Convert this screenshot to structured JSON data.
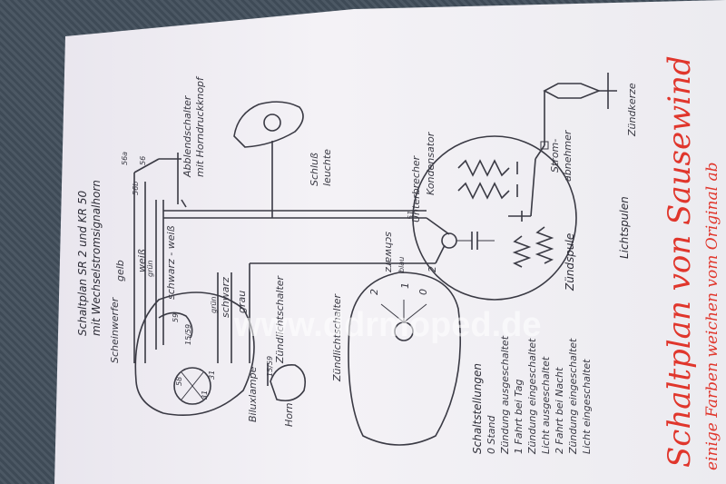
{
  "title": {
    "line1": "Schaltplan SR 2 und KR 50",
    "line2": "mit Wechselstromsignalhorn"
  },
  "components": {
    "scheinwerfer": "Scheinwerfer",
    "abblendschalter": "Abblendschalter",
    "horndruckknopf": "mit Horndruckknopf",
    "schlussleuchte_1": "Schluß",
    "schlussleuchte_2": "leuchte",
    "unterbrecher": "Unterbrecher",
    "kondensator": "Kondensator",
    "stromabnehmer_1": "Strom-",
    "stromabnehmer_2": "abnehmer",
    "zuendkerze": "Zündkerze",
    "lichtspulen": "Lichtspulen",
    "zuendspule": "Zündspule",
    "zuendlichtschalter": "Zündlichtschalter",
    "zuendlichtschalter2": "Zündlichtschalter",
    "biluxlampe": "Biluxlampe",
    "horn": "Horn"
  },
  "wires": {
    "gelb": "gelb",
    "weiss": "weiß",
    "gruen": "grün",
    "schwarz_weiss": "schwarz - weiß",
    "gruen2": "grün",
    "schwarz": "schwarz",
    "grau": "grau",
    "schwarz_main": "schwarz",
    "blau": "blau"
  },
  "terminals": {
    "t56a": "56a",
    "t56": "56",
    "t56b": "56b",
    "t51": "51",
    "t59": "59",
    "t58": "58",
    "t31": "31",
    "t15": "15/59",
    "t15b": "15/59",
    "t31b": "31",
    "p0": "0",
    "p1": "1",
    "p2": "2",
    "p2b": "2"
  },
  "legend": {
    "heading": "Schaltstellungen",
    "items": [
      "0 Stand",
      "Zündung ausgeschaltet",
      "1 Fahrt bei Tag",
      "Zündung eingeschaltet",
      "Licht ausgeschaltet",
      "2 Fahrt bei Nacht",
      "Zündung eingeschaltet",
      "Licht eingeschaltet"
    ]
  },
  "handwriting": {
    "line1": "Schaltplan von Sausewind",
    "line2": "einige Farben weichen vom Original ab"
  },
  "watermark": "www.ddrmoped.de"
}
